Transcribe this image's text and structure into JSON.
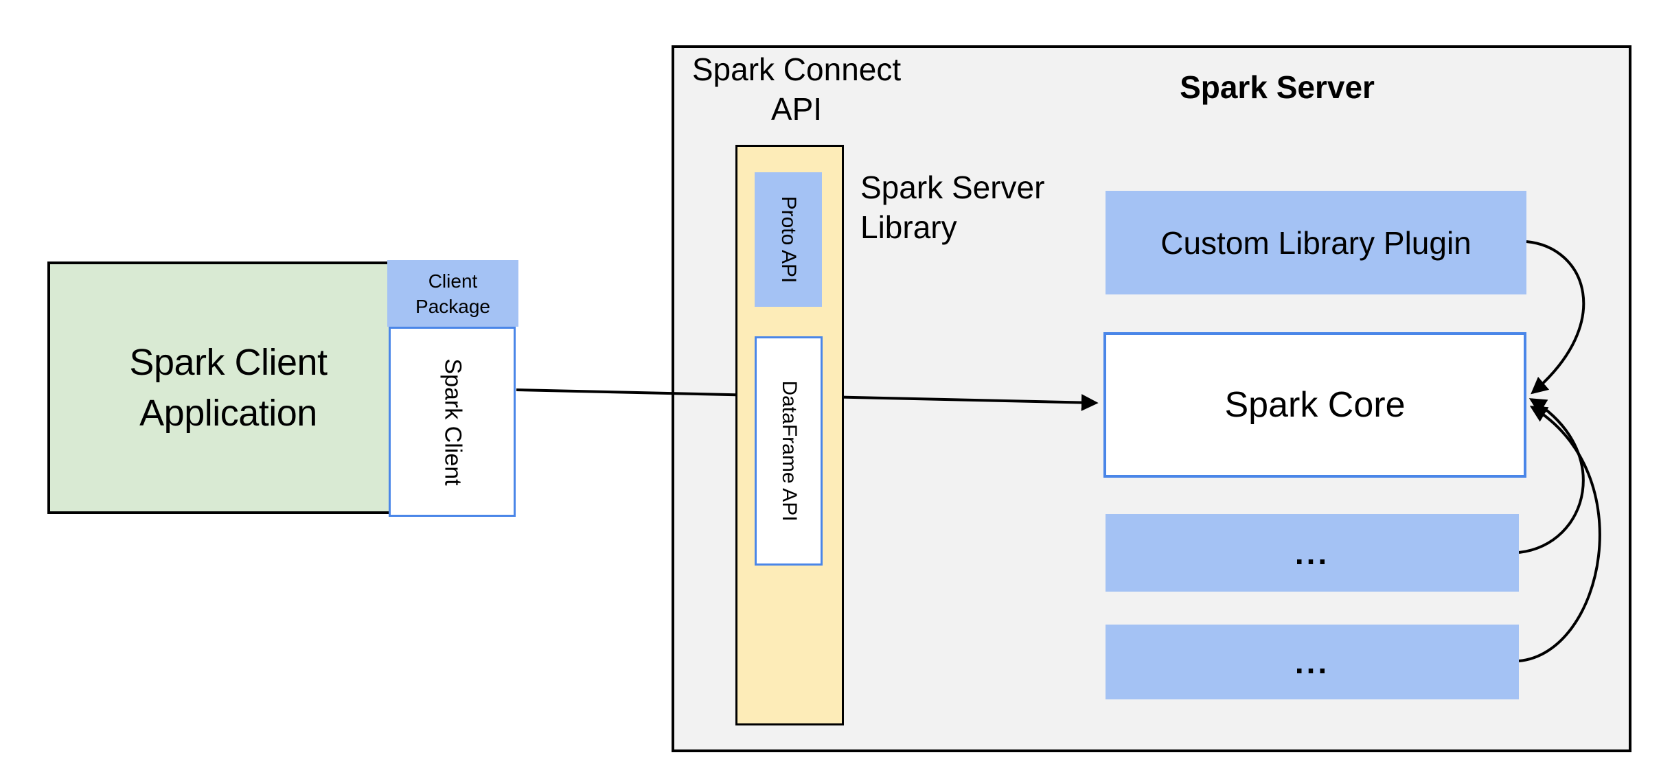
{
  "colors": {
    "page_bg": "#ffffff",
    "server_panel_bg": "#f2f2f2",
    "panel_border": "#000000",
    "yellow_fill": "#fdecb8",
    "blue_fill": "#a4c2f4",
    "green_fill": "#d9ead3",
    "blue_border": "#4a86e8",
    "arrow": "#000000",
    "text": "#000000"
  },
  "client_app": {
    "title_line1": "Spark Client",
    "title_line2": "Application",
    "package_line1": "Client",
    "package_line2": "Package",
    "spark_client": "Spark Client"
  },
  "spark_connect": {
    "api_label_line1": "Spark Connect",
    "api_label_line2": "API",
    "proto_api": "Proto API",
    "dataframe_api": "DataFrame API",
    "library_line1": "Spark Server",
    "library_line2": "Library"
  },
  "spark_server": {
    "title": "Spark Server",
    "plugin": "Custom Library Plugin",
    "core": "Spark Core",
    "more_top": "...",
    "more_bottom": "..."
  }
}
